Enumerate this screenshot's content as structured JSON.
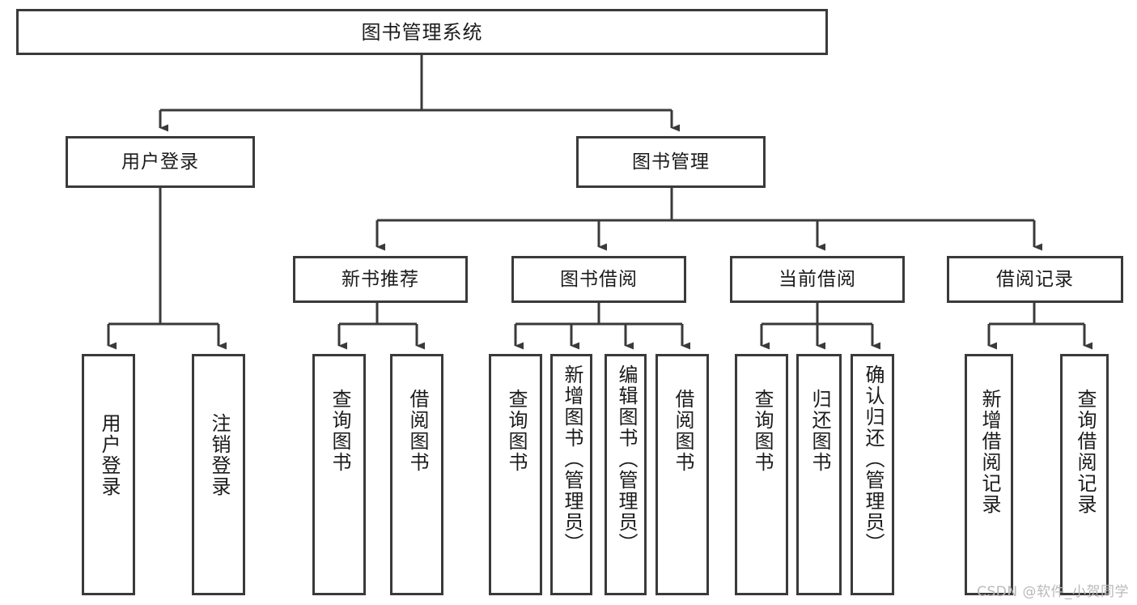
{
  "diagram": {
    "title": "图书管理系统",
    "type": "tree-hierarchy-chart",
    "orientation": "top-down",
    "colors": {
      "stroke": "#3a3a3a",
      "fill": "#ffffff",
      "text": "#1b1b1b",
      "watermark": "#b9b9b9"
    }
  },
  "nodes": {
    "root": {
      "label": "图书管理系统"
    },
    "level2": [
      {
        "label": "用户登录"
      },
      {
        "label": "图书管理"
      }
    ],
    "level3": [
      {
        "label": "新书推荐"
      },
      {
        "label": "图书借阅"
      },
      {
        "label": "当前借阅"
      },
      {
        "label": "借阅记录"
      }
    ],
    "leaves": {
      "user_login": [
        {
          "label": "用户登录"
        },
        {
          "label": "注销登录"
        }
      ],
      "new_book_recommend": [
        {
          "label": "查询图书"
        },
        {
          "label": "借阅图书"
        }
      ],
      "book_borrow": [
        {
          "label": "查询图书"
        },
        {
          "label": "新增图书（管理员）"
        },
        {
          "label": "编辑图书（管理员）"
        },
        {
          "label": "借阅图书"
        }
      ],
      "current_borrow": [
        {
          "label": "查询图书"
        },
        {
          "label": "归还图书"
        },
        {
          "label": "确认归还（管理员）"
        }
      ],
      "borrow_records": [
        {
          "label": "新增借阅记录"
        },
        {
          "label": "查询借阅记录"
        }
      ]
    }
  },
  "watermark": {
    "text": "CSDN @软件_小贺同学"
  }
}
